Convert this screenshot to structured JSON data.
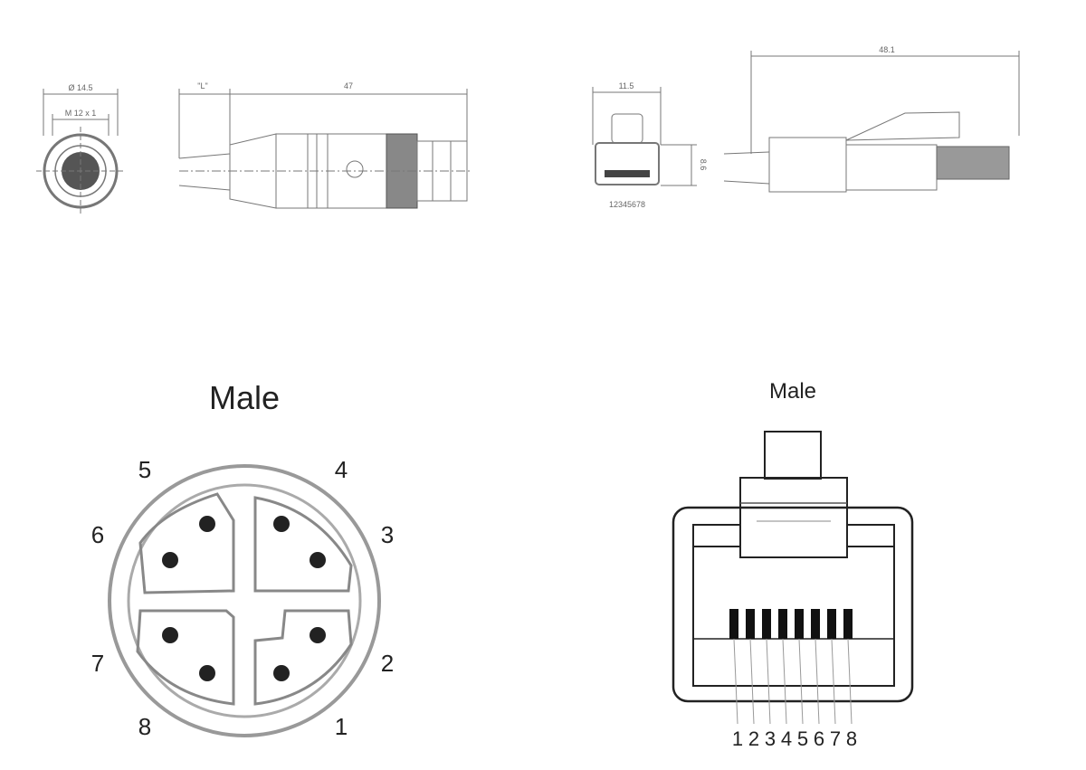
{
  "m12_front": {
    "dim_outer": "Ø 14.5",
    "dim_thread": "M 12 x 1"
  },
  "m12_side": {
    "dim_cable": "\"L\"",
    "dim_length": "47"
  },
  "rj45_front": {
    "dim_width": "11.5",
    "dim_height": "8.6",
    "pin_numbers": "12345678"
  },
  "rj45_side": {
    "dim_length": "48.1"
  },
  "m12_pinout": {
    "title": "Male",
    "pins": [
      "1",
      "2",
      "3",
      "4",
      "5",
      "6",
      "7",
      "8"
    ]
  },
  "rj45_pinout": {
    "title": "Male",
    "pins": [
      "1",
      "2",
      "3",
      "4",
      "5",
      "6",
      "7",
      "8"
    ]
  }
}
